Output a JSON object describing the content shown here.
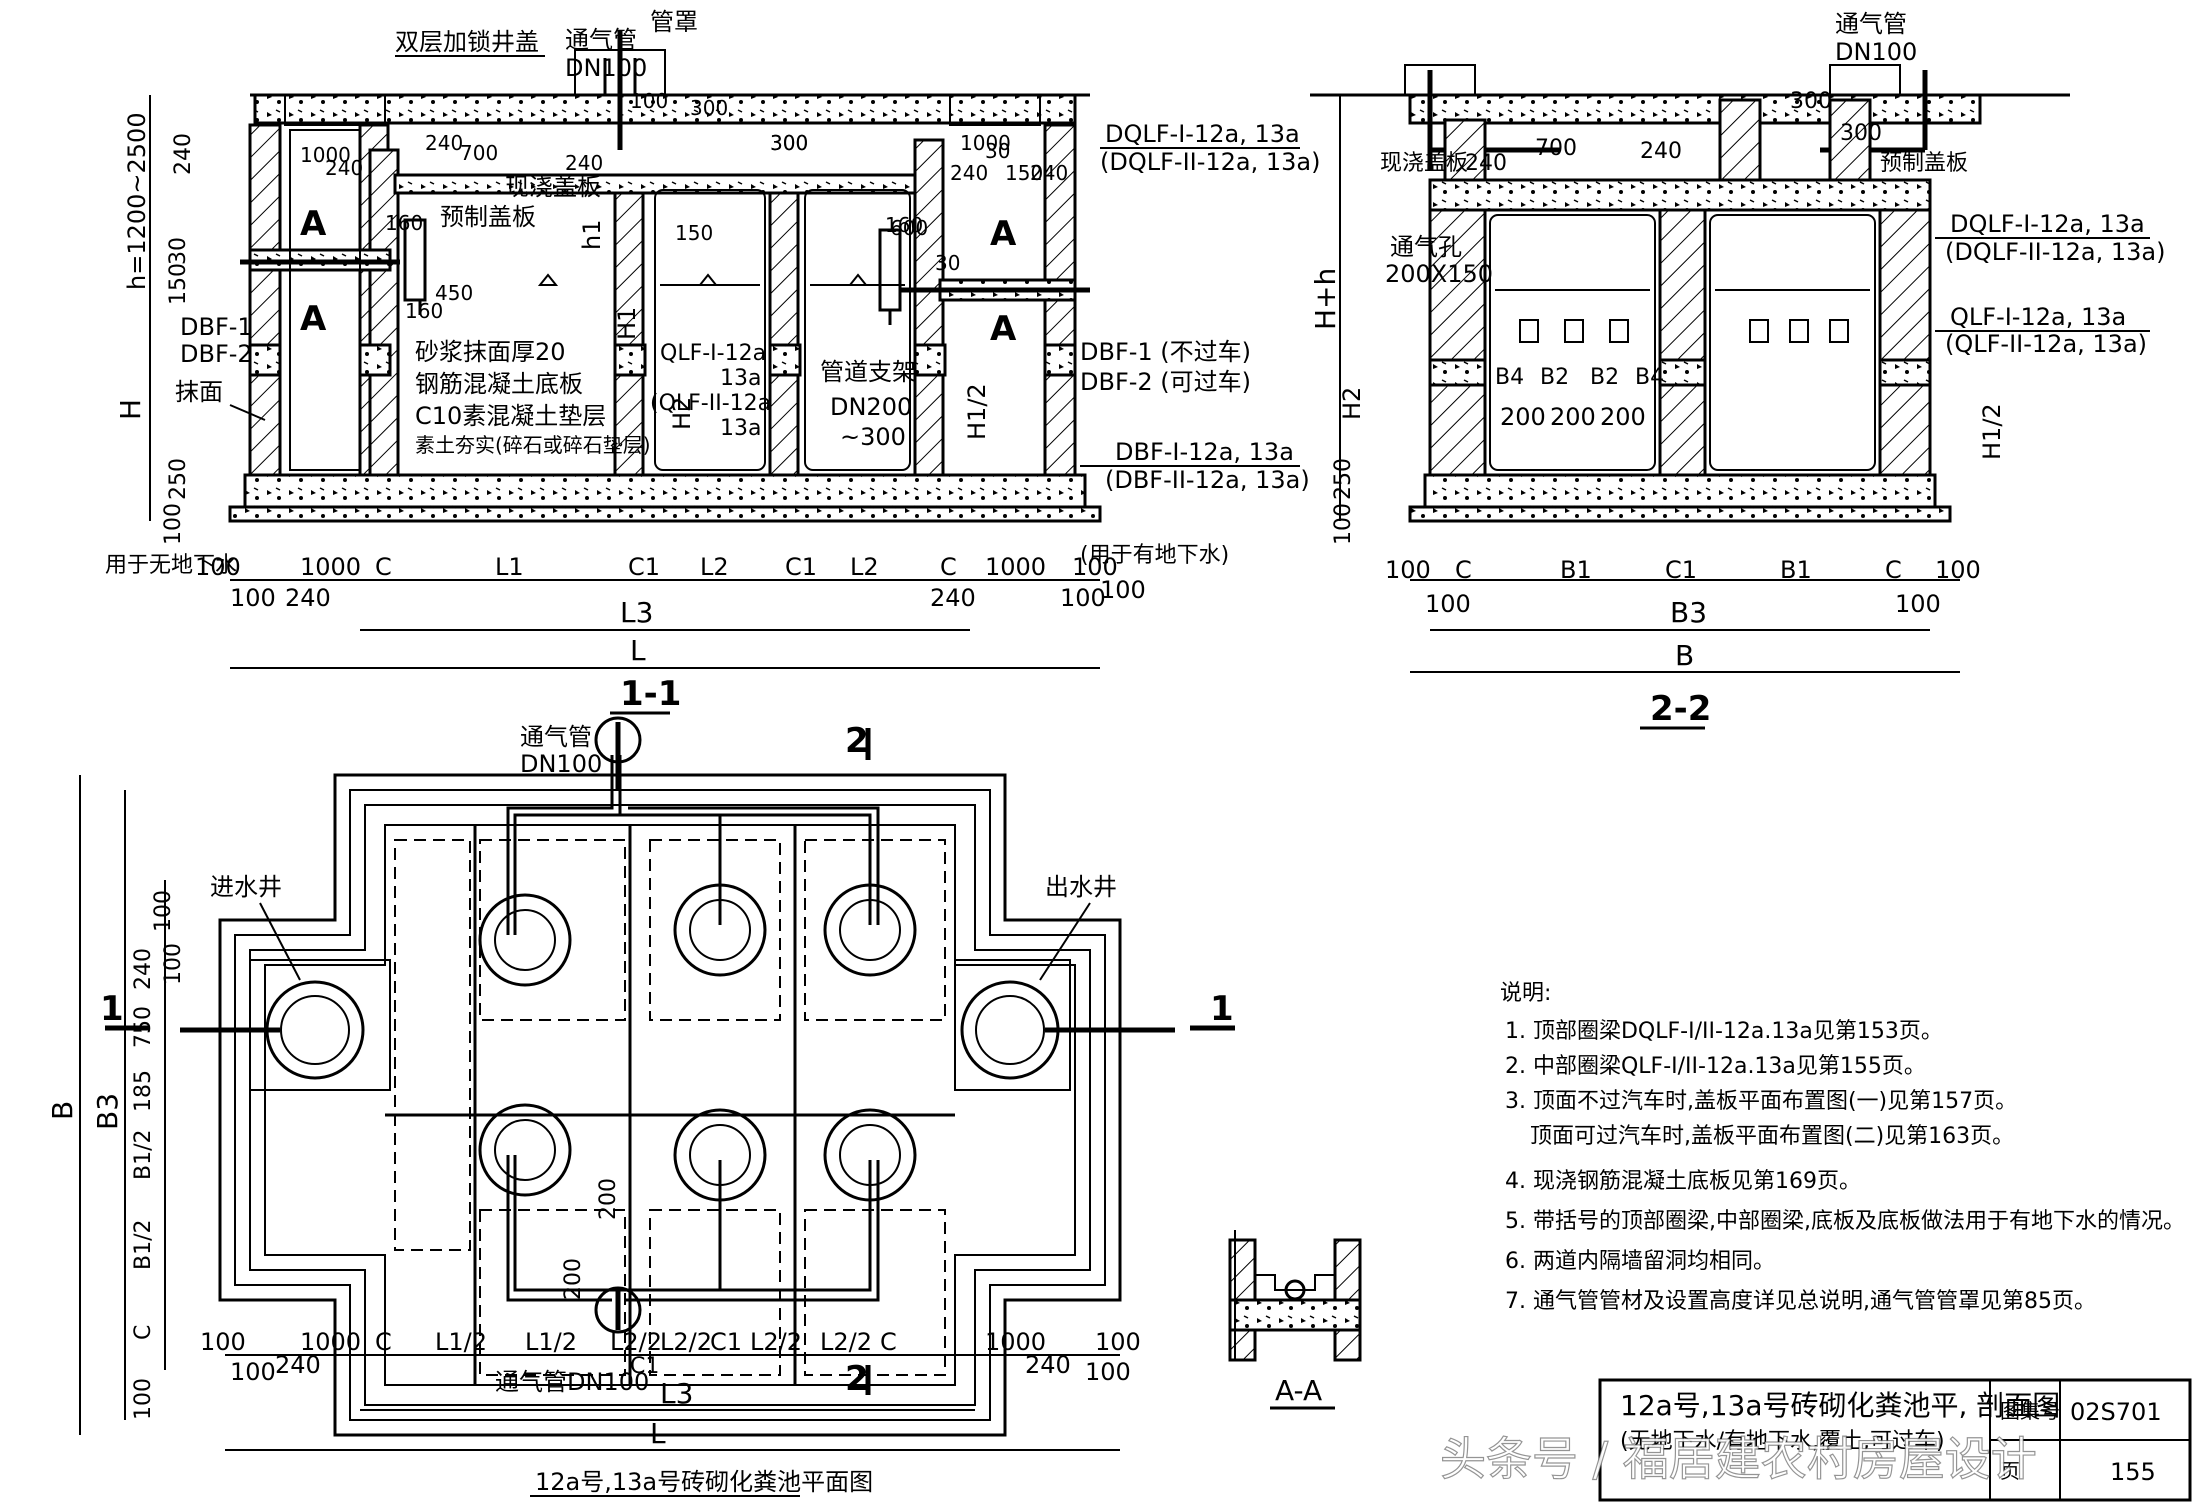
{
  "section_1_1": {
    "title": "1-1",
    "labels": {
      "lid": "双层加锁井盖",
      "vent_pipe": "通气管",
      "vent_dn": "DN100",
      "pipe_cap": "管罩",
      "h_range": "h=1200~2500",
      "precast_slab": "预制盖板",
      "cast_slab": "现浇盖板",
      "ring_beam_top": "DQLF-I-12a, 13a",
      "ring_beam_top_alt": "(DQLF-II-12a, 13a)",
      "mortar": "砂浆抹面厚20",
      "rc_base": "钢筋混凝土底板",
      "c10": "C10素混凝土垫层",
      "soil": "素土夯实(碎石或碎石垫层)",
      "mid_beam": "QLF-I-12a",
      "mid_beam_b": "13a",
      "mid_beam_alt": "(QLF-II-12a",
      "mid_beam_alt_b": "13a",
      "pipe_support": "管道支架",
      "dn_range": "DN200",
      "dn_range_b": "~300",
      "dbf_left": "DBF-1",
      "dbf_left_b": "DBF-2",
      "plaster": "抹面",
      "dbf_right": "DBF-1 (不过车)",
      "dbf_right_b": "DBF-2 (可过车)",
      "base_beam": "DBF-I-12a, 13a",
      "base_beam_alt": "(DBF-II-12a, 13a)",
      "no_groundwater": "用于无地下水",
      "with_groundwater": "(用于有地下水)",
      "mark_a": "A",
      "H": "H",
      "H1": "H1",
      "H2": "H2",
      "H1_2": "H1/2",
      "h1": "h1"
    },
    "dims_v_left": [
      "240",
      "30",
      "150",
      "250",
      "100"
    ],
    "dims_mid": [
      "1000",
      "240",
      "240",
      "700",
      "240",
      "100",
      "160",
      "450",
      "160",
      "150",
      "300",
      "160",
      "600",
      "30",
      "150",
      "1000",
      "240",
      "240",
      "300",
      "300",
      "30"
    ],
    "dims_h": [
      "100",
      "1000",
      "C",
      "L1",
      "C1",
      "L2",
      "C1",
      "L2",
      "C",
      "1000",
      "100",
      "100"
    ],
    "dims_h_row2": [
      "100",
      "240",
      "240",
      "100"
    ],
    "L3": "L3",
    "L": "L"
  },
  "section_2_2": {
    "title": "2-2",
    "labels": {
      "vent_pipe": "通气管",
      "vent_dn": "DN100",
      "cast_slab": "现浇盖板",
      "precast_slab": "预制盖板",
      "vent_hole": "通气孔",
      "vent_hole_size": "200X150",
      "ring_beam_top": "DQLF-I-12a, 13a",
      "ring_beam_top_alt": "(DQLF-II-12a, 13a)",
      "mid_beam": "QLF-I-12a, 13a",
      "mid_beam_alt": "(QLF-II-12a, 13a)",
      "Hh": "H+h",
      "H2": "H2",
      "H1_2": "H1/2"
    },
    "dims_top": [
      "300",
      "700",
      "240",
      "240",
      "300"
    ],
    "dims_openings": [
      "B4",
      "B2",
      "B2",
      "B4"
    ],
    "dims_open_vals": [
      "200",
      "200",
      "200"
    ],
    "dims_h": [
      "100",
      "C",
      "B1",
      "C1",
      "B1",
      "C",
      "100"
    ],
    "dims_h_row2": [
      "100",
      "100"
    ],
    "dims_v_left": [
      "250",
      "100"
    ],
    "B3": "B3",
    "B": "B"
  },
  "plan": {
    "title": "12a号,13a号砖砌化粪池平面图",
    "labels": {
      "vent_pipe": "通气管",
      "vent_dn": "DN100",
      "inlet_well": "进水井",
      "outlet_well": "出水井",
      "vent_bottom": "通气管DN100",
      "sec1": "1",
      "sec2": "2",
      "B": "B",
      "B3": "B3",
      "B1_2": "B1/2",
      "C": "C",
      "d100": "100",
      "d240": "240",
      "d750": "750",
      "d185": "185",
      "d200": "200",
      "C1": "C1"
    },
    "dims_h": [
      "100",
      "1000",
      "C",
      "L1/2",
      "L1/2",
      "L2/2",
      "L2/2",
      "C1",
      "L2/2",
      "L2/2",
      "C",
      "1000",
      "100"
    ],
    "dims_h_row2": [
      "100",
      "240",
      "240",
      "100"
    ],
    "L3": "L3",
    "L": "L"
  },
  "detail_aa": {
    "title": "A-A"
  },
  "notes": {
    "heading": "说明:",
    "items": [
      "1. 顶部圈梁DQLF-I/II-12a.13a见第153页。",
      "2. 中部圈梁QLF-I/II-12a.13a见第155页。",
      "3. 顶面不过汽车时,盖板平面布置图(一)见第157页。",
      "顶面可过汽车时,盖板平面布置图(二)见第163页。",
      "4. 现浇钢筋混凝土底板见第169页。",
      "5. 带括号的顶部圈梁,中部圈梁,底板及底板做法用于有地下水的情况。",
      "6. 两道内隔墙留洞均相同。",
      "7. 通气管管材及设置高度详见总说明,通气管管罩见第85页。"
    ]
  },
  "title_block": {
    "title": "12a号,13a号砖砌化粪池平, 剖面图",
    "subtitle": "(无地下水/有地下水,覆土,可过车)",
    "atlas_label": "图集号",
    "atlas_no": "02S701",
    "page_label": "页",
    "page_no": "155"
  },
  "watermark": "头条号 / 福居建农村房屋设计"
}
